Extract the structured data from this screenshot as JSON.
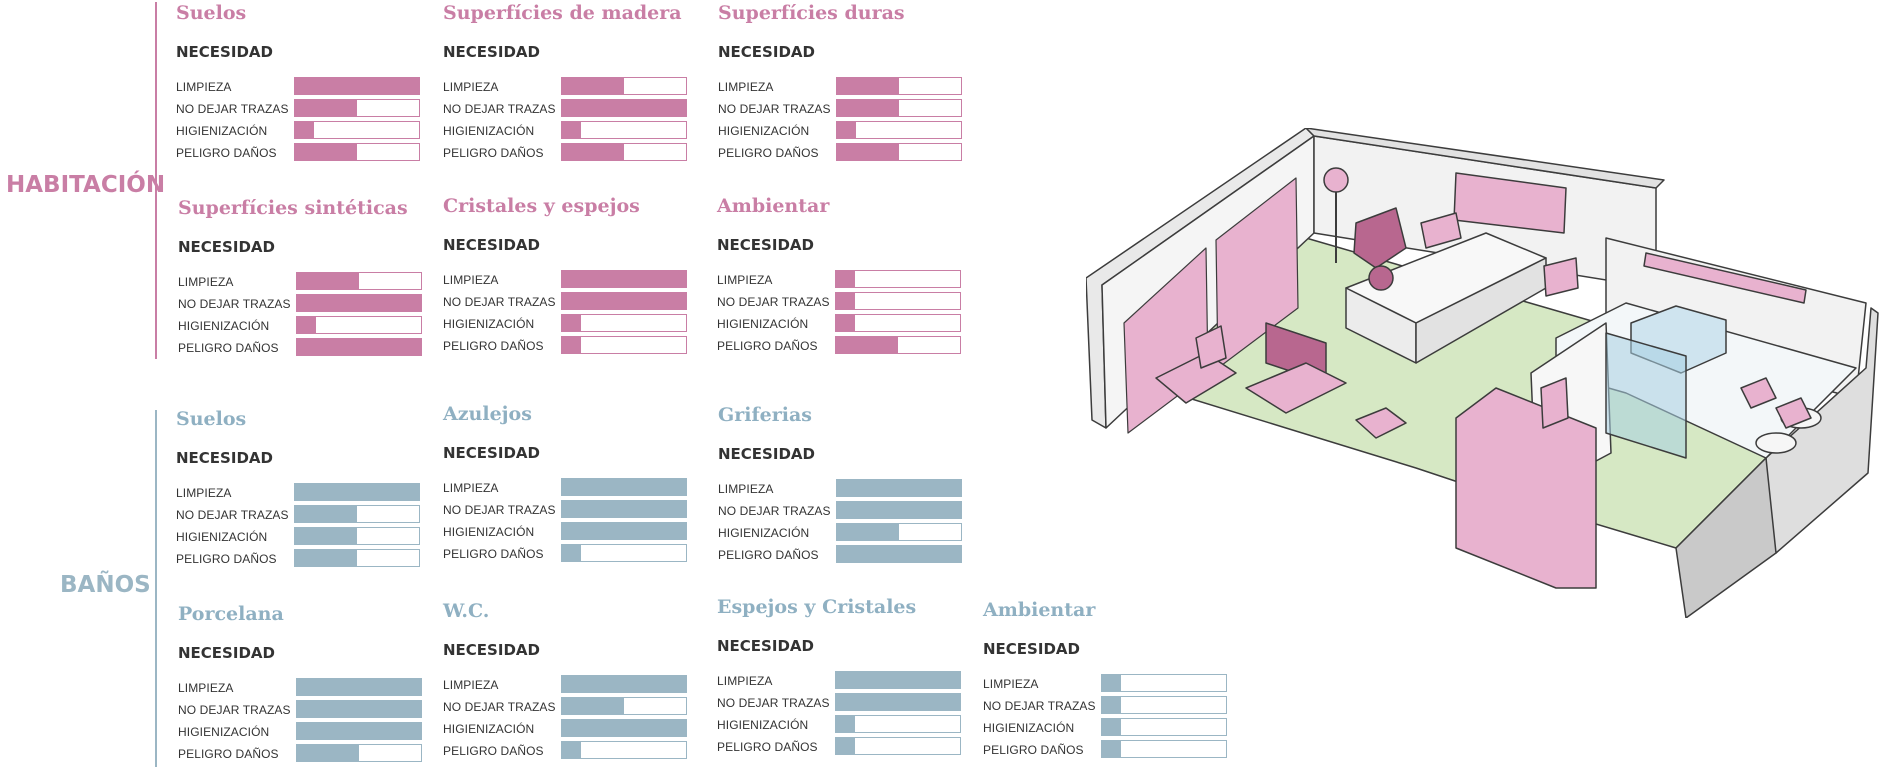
{
  "colors": {
    "habitacion": "#c97ea5",
    "banos": "#9bb6c4",
    "banos_title": "#8fb0c2",
    "room_floor": "#d6e8c4",
    "room_pink": "#e8b2cf",
    "room_dark_pink": "#b8678f",
    "room_wall": "#f4f4f4",
    "room_outline": "#3c3c3c"
  },
  "sections": [
    {
      "label": "HABITACIÓN",
      "color_key": "habitacion",
      "blocks": [
        {
          "title": "Suelos",
          "need_label": "NECESIDAD",
          "rows": [
            {
              "label": "LIMPIEZA",
              "value": 1.0
            },
            {
              "label": "NO DEJAR TRAZAS",
              "value": 0.5
            },
            {
              "label": "HIGIENIZACIÓN",
              "value": 0.15
            },
            {
              "label": "PELIGRO DAÑOS",
              "value": 0.5
            }
          ]
        },
        {
          "title": "Superfícies de madera",
          "need_label": "NECESIDAD",
          "rows": [
            {
              "label": "LIMPIEZA",
              "value": 0.5
            },
            {
              "label": "NO DEJAR TRAZAS",
              "value": 1.0
            },
            {
              "label": "HIGIENIZACIÓN",
              "value": 0.15
            },
            {
              "label": "PELIGRO DAÑOS",
              "value": 0.5
            }
          ]
        },
        {
          "title": "Superfícies duras",
          "need_label": "NECESIDAD",
          "rows": [
            {
              "label": "LIMPIEZA",
              "value": 0.5
            },
            {
              "label": "NO DEJAR TRAZAS",
              "value": 0.5
            },
            {
              "label": "HIGIENIZACIÓN",
              "value": 0.15
            },
            {
              "label": "PELIGRO DAÑOS",
              "value": 0.5
            }
          ]
        },
        {
          "title": "Superfícies sintéticas",
          "need_label": "NECESIDAD",
          "rows": [
            {
              "label": "LIMPIEZA",
              "value": 0.5
            },
            {
              "label": "NO DEJAR TRAZAS",
              "value": 1.0
            },
            {
              "label": "HIGIENIZACIÓN",
              "value": 0.15
            },
            {
              "label": "PELIGRO DAÑOS",
              "value": 1.0
            }
          ]
        },
        {
          "title": "Cristales y espejos",
          "need_label": "NECESIDAD",
          "rows": [
            {
              "label": "LIMPIEZA",
              "value": 1.0
            },
            {
              "label": "NO DEJAR TRAZAS",
              "value": 1.0
            },
            {
              "label": "HIGIENIZACIÓN",
              "value": 0.15
            },
            {
              "label": "PELIGRO DAÑOS",
              "value": 0.15
            }
          ]
        },
        {
          "title": "Ambientar",
          "need_label": "NECESIDAD",
          "rows": [
            {
              "label": "LIMPIEZA",
              "value": 0.15
            },
            {
              "label": "NO DEJAR TRAZAS",
              "value": 0.15
            },
            {
              "label": "HIGIENIZACIÓN",
              "value": 0.15
            },
            {
              "label": "PELIGRO DAÑOS",
              "value": 0.5
            }
          ]
        }
      ]
    },
    {
      "label": "BAÑOS",
      "color_key": "banos",
      "blocks": [
        {
          "title": "Suelos",
          "need_label": "NECESIDAD",
          "rows": [
            {
              "label": "LIMPIEZA",
              "value": 1.0
            },
            {
              "label": "NO DEJAR TRAZAS",
              "value": 0.5
            },
            {
              "label": "HIGIENIZACIÓN",
              "value": 0.5
            },
            {
              "label": "PELIGRO DAÑOS",
              "value": 0.5
            }
          ]
        },
        {
          "title": "Azulejos",
          "need_label": "NECESIDAD",
          "rows": [
            {
              "label": "LIMPIEZA",
              "value": 1.0
            },
            {
              "label": "NO DEJAR TRAZAS",
              "value": 1.0
            },
            {
              "label": "HIGIENIZACIÓN",
              "value": 1.0
            },
            {
              "label": "PELIGRO DAÑOS",
              "value": 0.15
            }
          ]
        },
        {
          "title": "Griferias",
          "need_label": "NECESIDAD",
          "rows": [
            {
              "label": "LIMPIEZA",
              "value": 1.0
            },
            {
              "label": "NO DEJAR TRAZAS",
              "value": 1.0
            },
            {
              "label": "HIGIENIZACIÓN",
              "value": 0.5
            },
            {
              "label": "PELIGRO DAÑOS",
              "value": 1.0
            }
          ]
        },
        {
          "title": "Porcelana",
          "need_label": "NECESIDAD",
          "rows": [
            {
              "label": "LIMPIEZA",
              "value": 1.0
            },
            {
              "label": "NO DEJAR TRAZAS",
              "value": 1.0
            },
            {
              "label": "HIGIENIZACIÓN",
              "value": 1.0
            },
            {
              "label": "PELIGRO DAÑOS",
              "value": 0.5
            }
          ]
        },
        {
          "title": "W.C.",
          "need_label": "NECESIDAD",
          "rows": [
            {
              "label": "LIMPIEZA",
              "value": 1.0
            },
            {
              "label": "NO DEJAR TRAZAS",
              "value": 0.5
            },
            {
              "label": "HIGIENIZACIÓN",
              "value": 1.0
            },
            {
              "label": "PELIGRO DAÑOS",
              "value": 0.15
            }
          ]
        },
        {
          "title": "Espejos y Cristales",
          "need_label": "NECESIDAD",
          "rows": [
            {
              "label": "LIMPIEZA",
              "value": 1.0
            },
            {
              "label": "NO DEJAR TRAZAS",
              "value": 1.0
            },
            {
              "label": "HIGIENIZACIÓN",
              "value": 0.15
            },
            {
              "label": "PELIGRO DAÑOS",
              "value": 0.15
            }
          ]
        },
        {
          "title": "Ambientar",
          "need_label": "NECESIDAD",
          "rows": [
            {
              "label": "LIMPIEZA",
              "value": 0.15
            },
            {
              "label": "NO DEJAR TRAZAS",
              "value": 0.15
            },
            {
              "label": "HIGIENIZACIÓN",
              "value": 0.15
            },
            {
              "label": "PELIGRO DAÑOS",
              "value": 0.15
            }
          ]
        }
      ]
    }
  ],
  "chart_data": {
    "type": "bar",
    "categories": [
      "LIMPIEZA",
      "NO DEJAR TRAZAS",
      "HIGIENIZACIÓN",
      "PELIGRO DAÑOS"
    ],
    "value_scale": "fraction of full need (0–1), read from bar fill",
    "ylim": [
      0,
      1
    ],
    "groups": [
      {
        "section": "HABITACIÓN",
        "title": "Suelos",
        "values": [
          1.0,
          0.5,
          0.15,
          0.5
        ]
      },
      {
        "section": "HABITACIÓN",
        "title": "Superfícies de madera",
        "values": [
          0.5,
          1.0,
          0.15,
          0.5
        ]
      },
      {
        "section": "HABITACIÓN",
        "title": "Superfícies duras",
        "values": [
          0.5,
          0.5,
          0.15,
          0.5
        ]
      },
      {
        "section": "HABITACIÓN",
        "title": "Superfícies sintéticas",
        "values": [
          0.5,
          1.0,
          0.15,
          1.0
        ]
      },
      {
        "section": "HABITACIÓN",
        "title": "Cristales y espejos",
        "values": [
          1.0,
          1.0,
          0.15,
          0.15
        ]
      },
      {
        "section": "HABITACIÓN",
        "title": "Ambientar",
        "values": [
          0.15,
          0.15,
          0.15,
          0.5
        ]
      },
      {
        "section": "BAÑOS",
        "title": "Suelos",
        "values": [
          1.0,
          0.5,
          0.5,
          0.5
        ]
      },
      {
        "section": "BAÑOS",
        "title": "Azulejos",
        "values": [
          1.0,
          1.0,
          1.0,
          0.15
        ]
      },
      {
        "section": "BAÑOS",
        "title": "Griferias",
        "values": [
          1.0,
          1.0,
          0.5,
          1.0
        ]
      },
      {
        "section": "BAÑOS",
        "title": "Porcelana",
        "values": [
          1.0,
          1.0,
          1.0,
          0.5
        ]
      },
      {
        "section": "BAÑOS",
        "title": "W.C.",
        "values": [
          1.0,
          0.5,
          1.0,
          0.15
        ]
      },
      {
        "section": "BAÑOS",
        "title": "Espejos y Cristales",
        "values": [
          1.0,
          1.0,
          0.15,
          0.15
        ]
      },
      {
        "section": "BAÑOS",
        "title": "Ambientar",
        "values": [
          0.15,
          0.15,
          0.15,
          0.15
        ]
      }
    ]
  }
}
